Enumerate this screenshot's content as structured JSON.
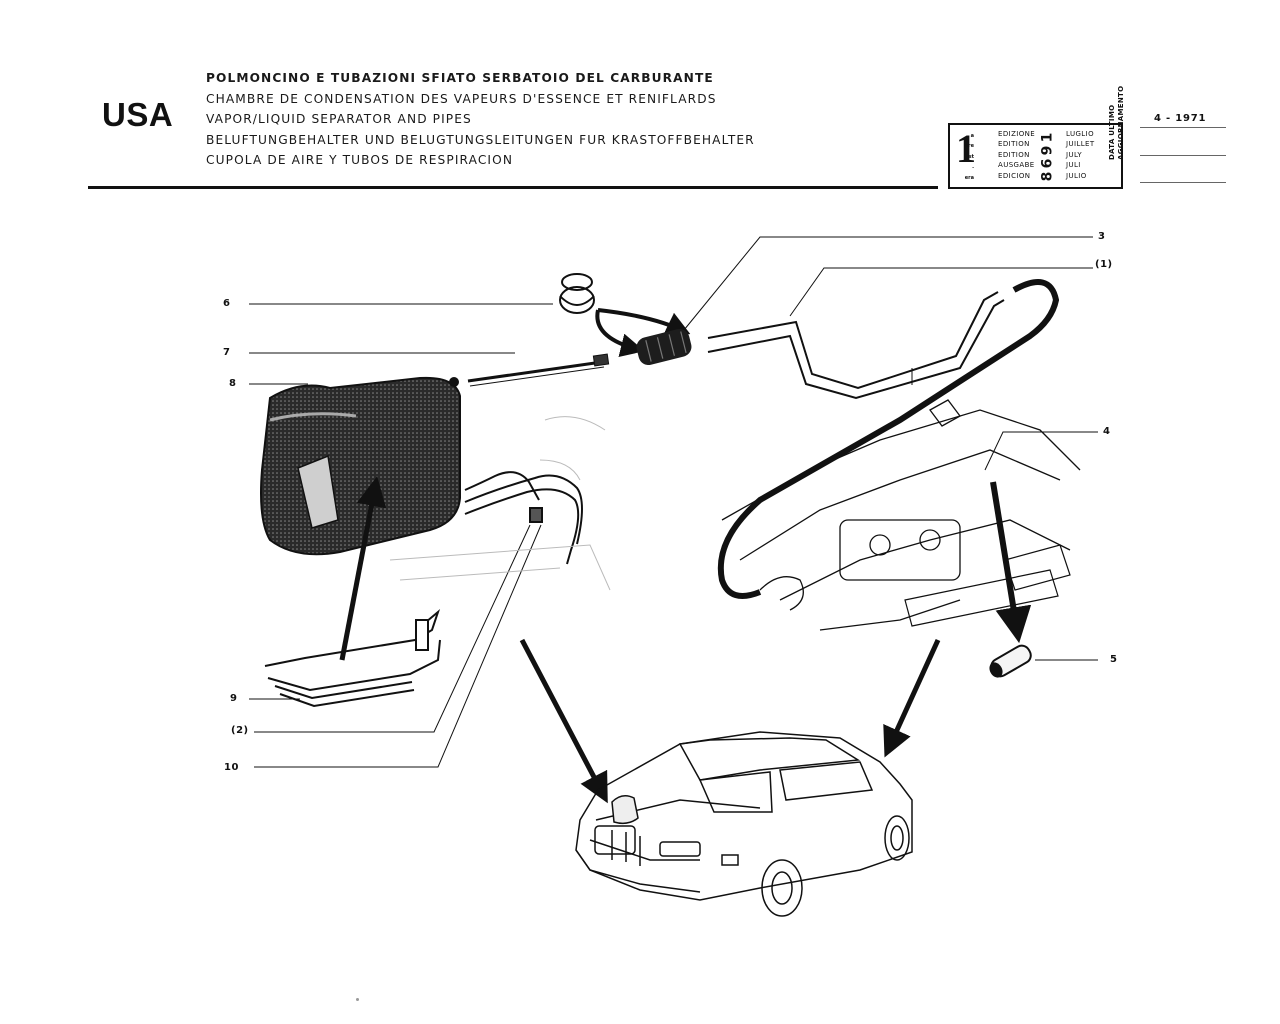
{
  "header": {
    "region": "USA",
    "titles": [
      "POLMONCINO E TUBAZIONI SFIATO SERBATOIO DEL CARBURANTE",
      "CHAMBRE DE CONDENSATION DES VAPEURS D'ESSENCE ET RENIFLARDS",
      "VAPOR/LIQUID SEPARATOR AND PIPES",
      "BELUFTUNGBEHALTER UND BELUGTUNGSLEITUNGEN FUR KRASTOFFBEHALTER",
      "CUPOLA DE AIRE Y TUBOS DE RESPIRACION"
    ]
  },
  "edition": {
    "number": "1",
    "suffixes": [
      "a",
      "ère",
      "st",
      ".",
      "era"
    ],
    "words": [
      "EDIZIONE",
      "EDITION",
      "EDITION",
      "AUSGABE",
      "EDICION"
    ],
    "year": [
      "1",
      "9",
      "6",
      "8"
    ],
    "months": [
      "LUGLIO",
      "JUILLET",
      "JULY",
      "JULI",
      "JULIO"
    ]
  },
  "update": {
    "label_lines": [
      "DATA ULTIMO",
      "AGGIORNAMENTO"
    ],
    "date": "4 - 1971"
  },
  "callouts": [
    "6",
    "7",
    "8",
    "9",
    "(2)",
    "10",
    "3",
    "(1)",
    "4",
    "5"
  ],
  "colors": {
    "ink": "#111111",
    "paper": "#ffffff",
    "shade": "#3a3a3a",
    "light": "#c8c8c8"
  }
}
